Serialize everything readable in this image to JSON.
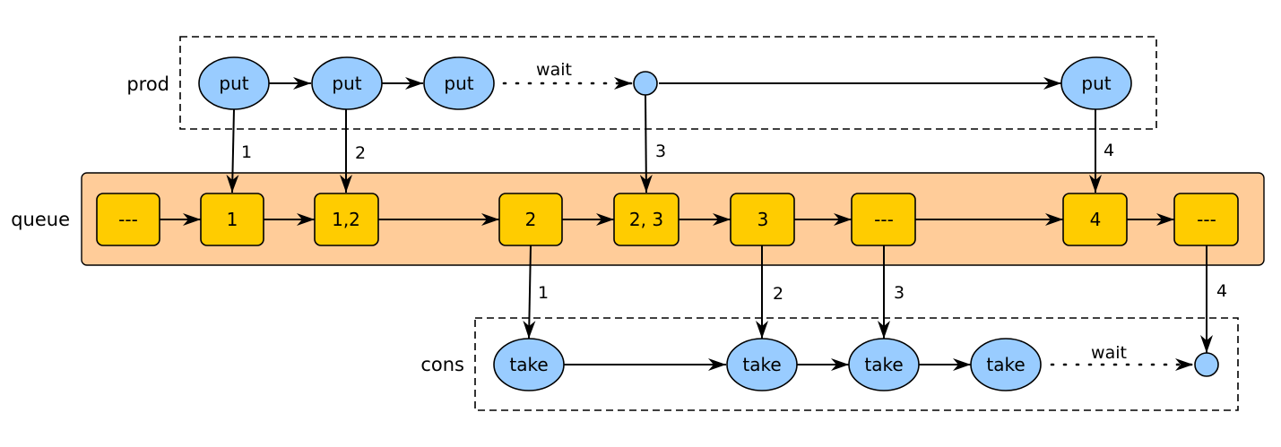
{
  "rows": {
    "prod": "prod",
    "queue": "queue",
    "cons": "cons"
  },
  "prod_nodes": [
    "put",
    "put",
    "put",
    "put"
  ],
  "queue_states": [
    "---",
    "1",
    "1,2",
    "2",
    "2, 3",
    "3",
    "---",
    "4",
    "---"
  ],
  "cons_nodes": [
    "take",
    "take",
    "take",
    "take"
  ],
  "wait_labels": {
    "prod": "wait",
    "cons": "wait"
  },
  "put_labels": [
    "1",
    "2",
    "3",
    "4"
  ],
  "take_labels": [
    "1",
    "2",
    "3",
    "4"
  ],
  "colors": {
    "op_node": "#99ccff",
    "queue_state": "#ffcc00",
    "queue_band": "#ffcc99",
    "stroke": "#000000"
  }
}
